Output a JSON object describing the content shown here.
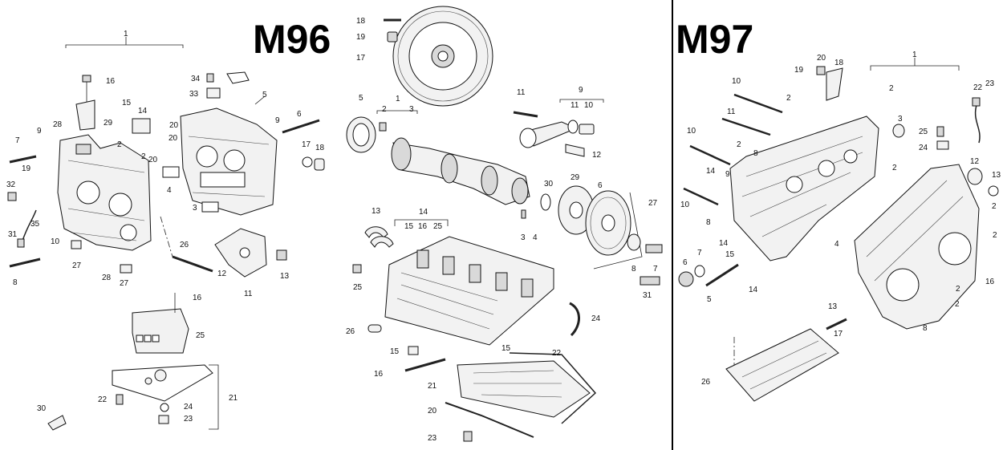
{
  "panels": {
    "m96": {
      "title": "M96"
    },
    "m97": {
      "title": "M97"
    }
  },
  "callouts": {
    "m96_left": [
      "1",
      "16",
      "34",
      "33",
      "5",
      "6",
      "15",
      "14",
      "29",
      "28",
      "9",
      "7",
      "20",
      "20",
      "2",
      "20",
      "9",
      "17",
      "18",
      "2",
      "19",
      "32",
      "4",
      "3",
      "35",
      "31",
      "10",
      "27",
      "28",
      "27",
      "26",
      "12",
      "13",
      "11",
      "8",
      "16",
      "25",
      "22",
      "24",
      "23",
      "21",
      "30"
    ],
    "m96_mid": [
      "18",
      "19",
      "17",
      "11",
      "9",
      "11",
      "10",
      "12",
      "5",
      "1",
      "2",
      "3",
      "29",
      "6",
      "27",
      "30",
      "3",
      "4",
      "14",
      "13",
      "15",
      "16",
      "25",
      "25",
      "8",
      "7",
      "31",
      "24",
      "26",
      "15",
      "15",
      "22",
      "16",
      "21",
      "20",
      "23"
    ],
    "m97": [
      "1",
      "20",
      "18",
      "19",
      "10",
      "2",
      "23",
      "22",
      "11",
      "3",
      "2",
      "10",
      "25",
      "24",
      "8",
      "2",
      "14",
      "9",
      "2",
      "12",
      "13",
      "10",
      "8",
      "2",
      "7",
      "14",
      "15",
      "4",
      "2",
      "6",
      "5",
      "14",
      "16",
      "2",
      "13",
      "8",
      "17",
      "26",
      "2"
    ]
  }
}
